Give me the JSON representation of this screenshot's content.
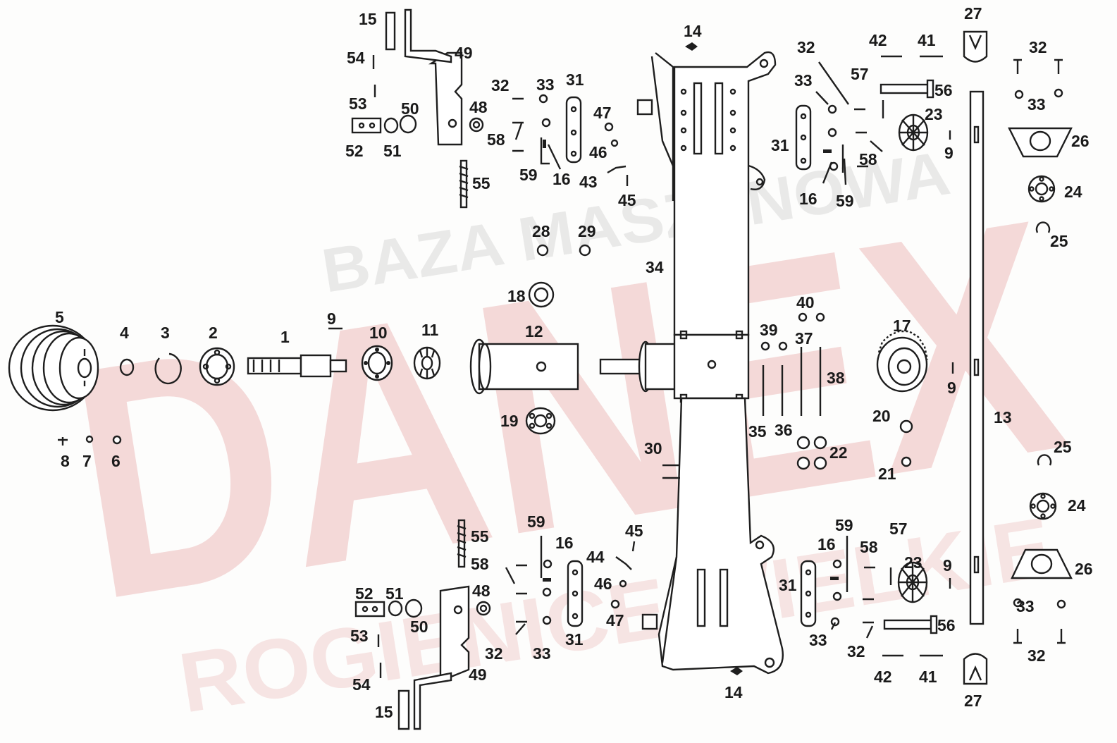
{
  "watermark": {
    "brand": "DANEX",
    "top_line": "BAZA MASZYNOWA",
    "bottom_line": "ROGIENICE WIELKIE",
    "brand_color": "#e8a9a9",
    "top_color": "#c9c9c9",
    "bottom_color": "#ecbcbc"
  },
  "ink_color": "#1e1e1e",
  "callouts": [
    "1",
    "2",
    "3",
    "4",
    "5",
    "6",
    "7",
    "8",
    "9",
    "9",
    "9",
    "9",
    "10",
    "11",
    "12",
    "13",
    "14",
    "14",
    "15",
    "15",
    "16",
    "16",
    "16",
    "16",
    "17",
    "18",
    "19",
    "20",
    "21",
    "22",
    "23",
    "23",
    "24",
    "24",
    "25",
    "25",
    "26",
    "26",
    "27",
    "27",
    "28",
    "29",
    "30",
    "31",
    "31",
    "31",
    "31",
    "32",
    "32",
    "32",
    "32",
    "32",
    "32",
    "33",
    "33",
    "33",
    "33",
    "33",
    "33",
    "34",
    "35",
    "36",
    "37",
    "38",
    "39",
    "40",
    "41",
    "41",
    "42",
    "42",
    "43",
    "44",
    "45",
    "45",
    "46",
    "46",
    "47",
    "47",
    "48",
    "48",
    "49",
    "49",
    "50",
    "50",
    "51",
    "51",
    "52",
    "52",
    "53",
    "53",
    "54",
    "54",
    "55",
    "55",
    "56",
    "56",
    "57",
    "57",
    "58",
    "58",
    "58",
    "58",
    "59",
    "59",
    "59",
    "59"
  ]
}
